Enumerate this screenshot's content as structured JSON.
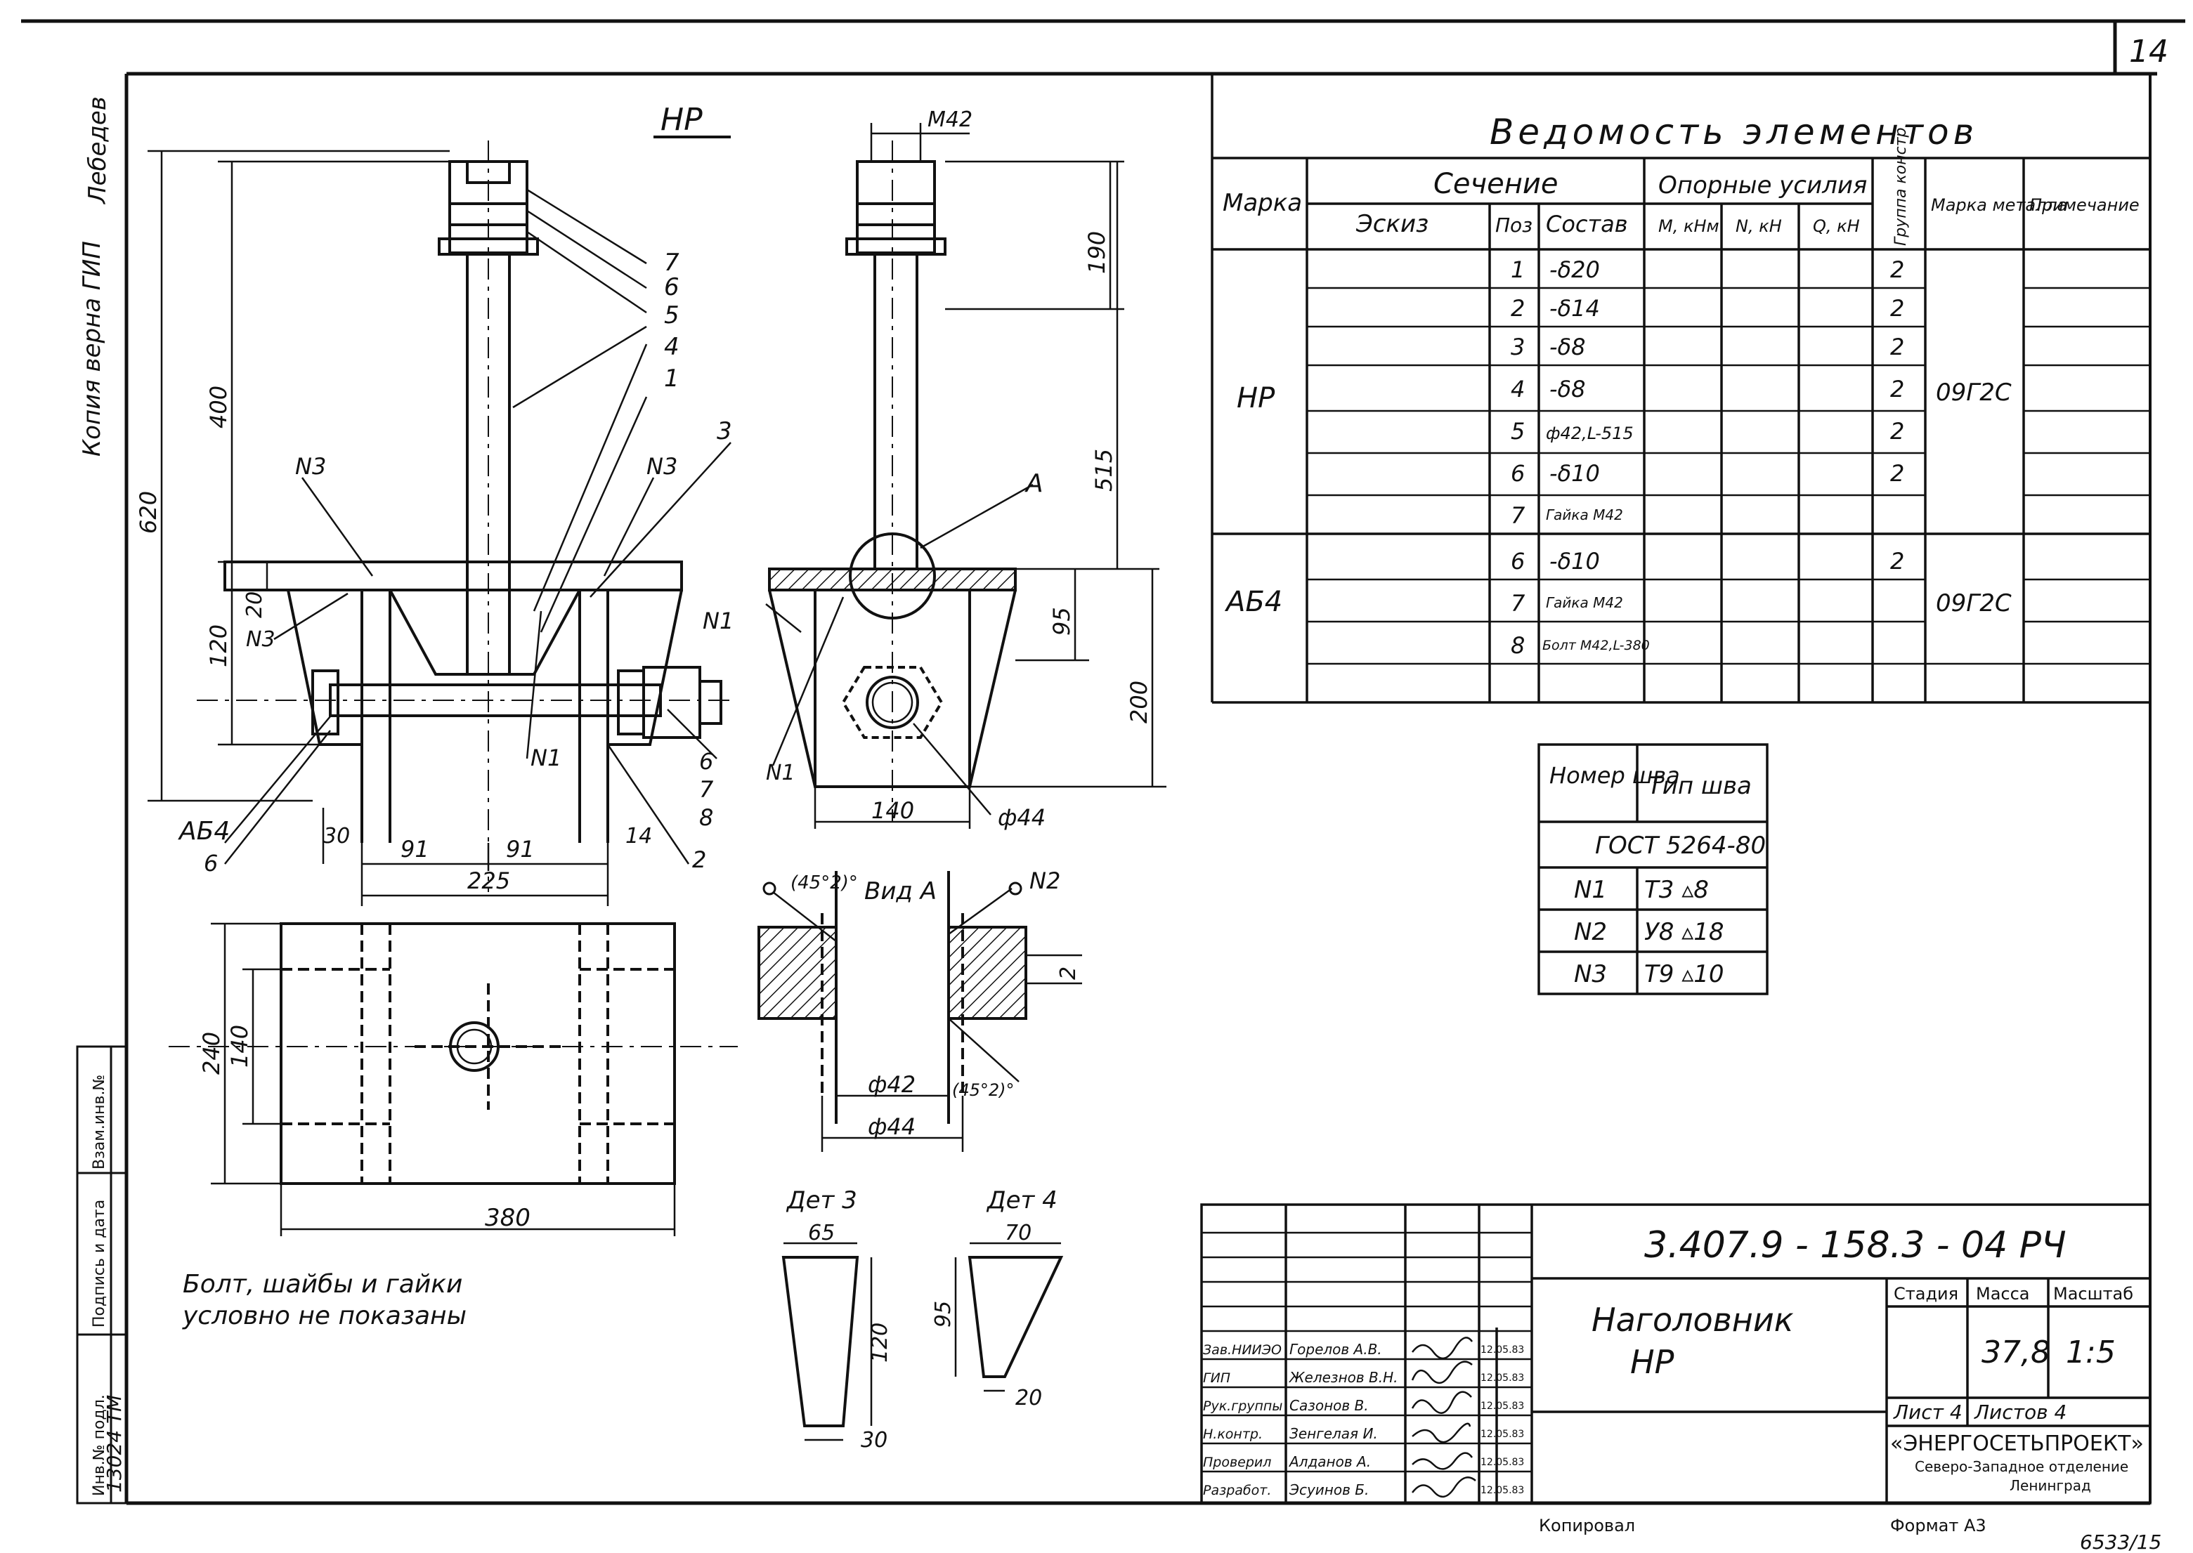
{
  "sheet_number": "14",
  "margin_note": "Копия верна  ГИП",
  "margin_signature": "Лебедев",
  "left_stamp": {
    "inv_no_label": "Инв.№ подл.",
    "sign_date_label": "Подпись и дата",
    "replaced_inv_label": "Взам.инв.№",
    "inv_no_value": "13024 ТМ"
  },
  "drawing": {
    "main_view_title": "НР",
    "view_a_title": "Вид А",
    "detail3_title": "Дет 3",
    "detail4_title": "Дет 4",
    "note_line1": "Болт, шайбы и гайки",
    "note_line2": "условно не показаны",
    "dims": {
      "d620": "620",
      "d400": "400",
      "d120": "120",
      "d20": "20",
      "d30": "30",
      "d91a": "91",
      "d91b": "91",
      "d225": "225",
      "d14": "14",
      "d240": "240",
      "d140v": "140",
      "d380": "380",
      "d190": "190",
      "d515": "515",
      "d95": "95",
      "d200": "200",
      "d140h": "140",
      "phi44a": "ф44",
      "m42": "М42",
      "phi42": "ф42",
      "phi44b": "ф44",
      "d2": "2",
      "ang1": "(45°2)°",
      "ang2": "(45°2)°",
      "det3_65": "65",
      "det3_120": "120",
      "det3_30": "30",
      "det4_70": "70",
      "det4_95": "95",
      "det4_20": "20"
    },
    "labels": {
      "p7": "7",
      "p6": "6",
      "p5": "5",
      "p4": "4",
      "p1": "1",
      "p3": "3",
      "n3a": "N3",
      "n3b": "N3",
      "n3c": "N3",
      "n1a": "N1",
      "n1b": "N1",
      "n1c": "N1",
      "p6b": "6",
      "p7b": "7",
      "p8b": "8",
      "ab4": "АБ4",
      "p6c": "6",
      "p2": "2",
      "callout_a": "А",
      "n2": "N2"
    }
  },
  "elements_table": {
    "title": "Ведомость элементов",
    "h_mark": "Марка",
    "h_section": "Сечение",
    "h_sketch": "Эскиз",
    "h_pos": "Поз",
    "h_composition": "Состав",
    "h_support": "Опорные усилия",
    "h_m": "М, кНм",
    "h_n": "N, кН",
    "h_q": "Q, кН",
    "h_group": "Группа констр",
    "h_steel": "Марка металла",
    "h_note": "Примечание",
    "groups": [
      {
        "mark": "НР",
        "steel": "09Г2С",
        "rows": [
          {
            "pos": "1",
            "comp": "-δ20",
            "group": "2"
          },
          {
            "pos": "2",
            "comp": "-δ14",
            "group": "2"
          },
          {
            "pos": "3",
            "comp": "-δ8",
            "group": "2"
          },
          {
            "pos": "4",
            "comp": "-δ8",
            "group": "2"
          },
          {
            "pos": "5",
            "comp": "ф42,L-515",
            "group": "2"
          },
          {
            "pos": "6",
            "comp": "-δ10",
            "group": "2"
          },
          {
            "pos": "7",
            "comp": "Гайка М42",
            "group": ""
          }
        ]
      },
      {
        "mark": "АБ4",
        "steel": "09Г2С",
        "rows": [
          {
            "pos": "6",
            "comp": "-δ10",
            "group": "2"
          },
          {
            "pos": "7",
            "comp": "Гайка М42",
            "group": ""
          },
          {
            "pos": "8",
            "comp": "Болт М42,L-380",
            "group": ""
          }
        ]
      }
    ]
  },
  "weld_table": {
    "h_no": "Номер шва",
    "h_type": "Тип шва",
    "standard": "ГОСТ 5264-80",
    "rows": [
      {
        "no": "N1",
        "type": "Т3 ▵8"
      },
      {
        "no": "N2",
        "type": "У8 ▵18"
      },
      {
        "no": "N3",
        "type": "Т9 ▵10"
      }
    ]
  },
  "title_block": {
    "doc_code": "3.407.9 - 158.3 - 04 РЧ",
    "name_line1": "Наголовник",
    "name_line2": "НР",
    "h_stage": "Стадия",
    "h_mass": "Масса",
    "h_scale": "Масштаб",
    "mass": "37,8",
    "scale": "1:5",
    "sheet_label": "Лист 4",
    "sheets_label": "Листов 4",
    "org_line1": "«ЭНЕРГОСЕТЬПРОЕКТ»",
    "org_line2": "Северо-Западное отделение",
    "org_line3": "Ленинград",
    "copied": "Копировал",
    "format": "Формат А3",
    "corner_stamp": "6533/15",
    "people": [
      {
        "role": "Зав.НИИЭО",
        "name": "Горелов А.В.",
        "date": "12.05.83"
      },
      {
        "role": "ГИП",
        "name": "Железнов В.Н.",
        "date": "12.05.83"
      },
      {
        "role": "Рук.группы",
        "name": "Сазонов В.",
        "date": "12.05.83"
      },
      {
        "role": "Н.контр.",
        "name": "Зенгелая И.",
        "date": "12.05.83"
      },
      {
        "role": "Проверил",
        "name": "Алданов А.",
        "date": "12.05.83"
      },
      {
        "role": "Разработ.",
        "name": "Эсуинов Б.",
        "date": "12.05.83"
      }
    ]
  }
}
